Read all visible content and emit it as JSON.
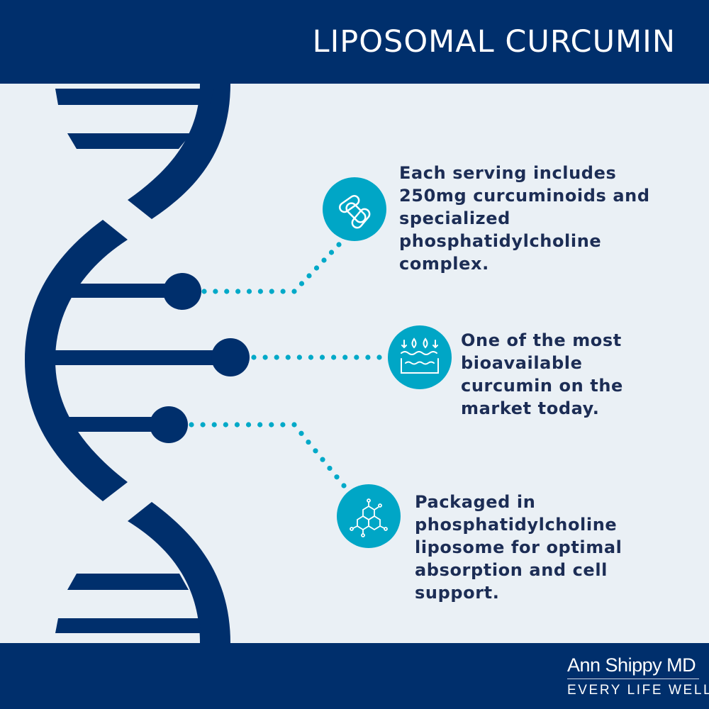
{
  "header": {
    "title": "LIPOSOMAL CURCUMIN"
  },
  "features": [
    {
      "icon": "capsules-icon",
      "lines": [
        "Each serving includes",
        "250mg curcuminoids and",
        "specialized",
        "phosphatidylcholine",
        "complex."
      ]
    },
    {
      "icon": "water-absorption-icon",
      "lines": [
        "One of the most",
        "bioavailable",
        "curcumin on the",
        "market today."
      ]
    },
    {
      "icon": "molecule-icon",
      "lines": [
        "Packaged in",
        "phosphatidylcholine",
        "liposome for optimal",
        "absorption and cell",
        "support."
      ]
    }
  ],
  "footer": {
    "brand_name": "Ann Shippy MD",
    "tagline": "EVERY LIFE WELL",
    "trademark": "®"
  },
  "colors": {
    "navy": "#002f6c",
    "accent": "#00a6c6",
    "background": "#eaf0f5",
    "text": "#1c2d55"
  }
}
